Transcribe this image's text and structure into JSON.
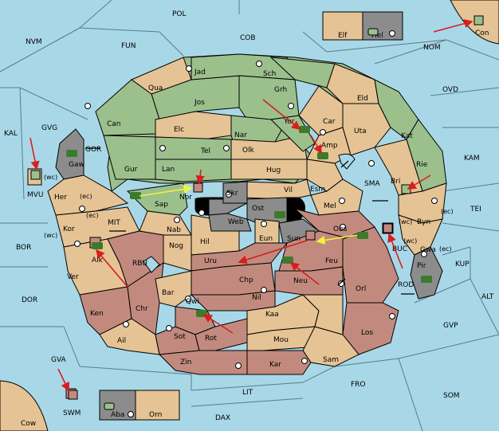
{
  "colors": {
    "sea": "#a8d8e8",
    "green": "#9cc08c",
    "tan": "#e6c394",
    "red": "#c28a7e",
    "grey": "#8c8c8c",
    "border": "#000000",
    "seaBorder": "#5a7a88",
    "arrowRed": "#d81e1e",
    "arrowYellow": "#f2f23c",
    "unit": "#3c7a2c"
  },
  "seas": {
    "POL": "POL",
    "COB": "COB",
    "FUN": "FUN",
    "NVM": "NVM",
    "NOM": "NOM",
    "OVD": "OVD",
    "KAL": "KAL",
    "GVG": "GVG",
    "KAM": "KAM",
    "TEI": "TEI",
    "SMA": "SMA",
    "MIT": "MIT",
    "BOR": "BOR",
    "RBU": "RBU",
    "KUP": "KUP",
    "ROD": "ROD",
    "DOR": "DOR",
    "ALT": "ALT",
    "GVP": "GVP",
    "GVA": "GVA",
    "FRO": "FRO",
    "SOM": "SOM",
    "LIT": "LIT",
    "DAX": "DAX"
  },
  "green": {
    "Jad": "Jad",
    "Sch": "Sch",
    "Qua": "Qua",
    "Jos": "Jos",
    "Grh": "Grh",
    "Can": "Can",
    "Elc": "Elc",
    "Nar": "Nar",
    "Tel": "Tel",
    "Gur": "Gur",
    "Lan": "Lan",
    "Olk": "Olk",
    "Sap": "Sap",
    "Kat": "Kat",
    "Rie": "Rie",
    "Yor": "Yor"
  },
  "tan": {
    "Eld": "Eld",
    "Car": "Car",
    "Uta": "Uta",
    "Amp": "Amp",
    "Hug": "Hug",
    "Vil": "Vil",
    "Esm": "Esm",
    "Bri": "Bri",
    "Mel": "Mel",
    "Byn": "Byn",
    "Her": "Her",
    "Kor": "Kor",
    "Ver": "Ver",
    "Nab": "Nab",
    "Hil": "Hil",
    "Nog": "Nog",
    "Bar": "Bar",
    "Ail": "Ail",
    "Kaa": "Kaa",
    "Mou": "Mou",
    "Sam": "Sam",
    "Gwa": "Gwa",
    "Elf": "Elf",
    "Orn": "Orn",
    "Cow": "Cow",
    "Con": "Con",
    "Eun": "Eun",
    "MVU": "MVU",
    "SWM": "SWM"
  },
  "red": {
    "Obs": "Obs",
    "Uru": "Uru",
    "Feu": "Feu",
    "Chp": "Chp",
    "Neu": "Neu",
    "Nil": "Nil",
    "Orl": "Orl",
    "Qwi": "Qwi",
    "Ken": "Ken",
    "Chr": "Chr",
    "Sot": "Sot",
    "Rot": "Rot",
    "Los": "Los",
    "Zin": "Zin",
    "Kar": "Kar",
    "Alk": "Alk",
    "BUC": "BUC"
  },
  "grey": {
    "Gaw": "Gaw",
    "Nor": "Nor",
    "Skr": "Skr",
    "Ost": "Ost",
    "Web": "Web",
    "Sun": "Sun",
    "Pir": "Pir",
    "Hel": "Hel",
    "Aba": "Aba"
  },
  "coasts": {
    "wc_mvu": "(wc)",
    "ec_her": "(ec)",
    "ec_kor": "(ec)",
    "wc_kor": "(wc)",
    "wc_byn": "(wc)",
    "ec_byn": "(ec)",
    "wc_gwa": "(wc)",
    "ec_gwa": "(ec)"
  }
}
